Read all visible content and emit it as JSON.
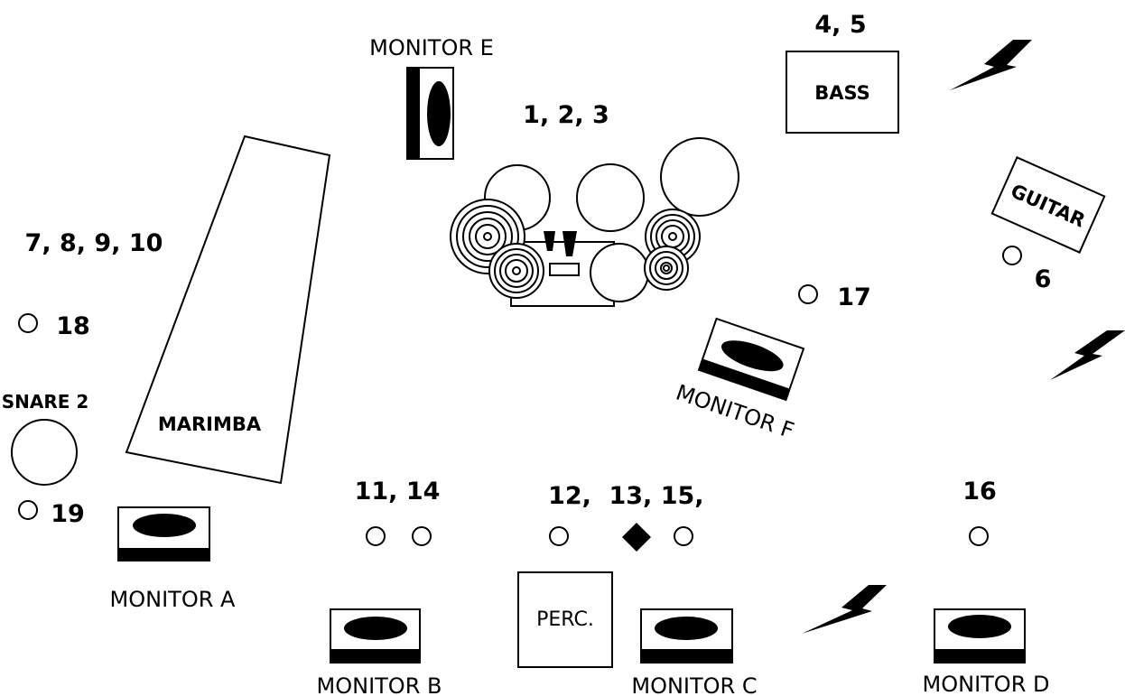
{
  "labels": {
    "monitor_e": "MONITOR E",
    "monitor_f": "MONITOR F",
    "monitor_a": "MONITOR A",
    "monitor_b": "MONITOR B",
    "monitor_c": "MONITOR C",
    "monitor_d": "MONITOR D",
    "bass": "BASS",
    "guitar": "GUITAR",
    "marimba": "MARIMBA",
    "perc": "PERC.",
    "snare2": "SNARE 2"
  },
  "channels": {
    "drums": "1, 2, 3",
    "bass": "4, 5",
    "guitar": "6",
    "marimba": "7, 8, 9, 10",
    "ch_11_14": "11, 14",
    "ch_12": "12,",
    "ch_13_15": "13, 15,",
    "ch_16": "16",
    "ch_17": "17",
    "ch_18": "18",
    "ch_19": "19"
  },
  "icons": {
    "power": "lightning-bolt-icon",
    "mic": "mic-circle-icon",
    "di": "di-diamond-icon"
  }
}
